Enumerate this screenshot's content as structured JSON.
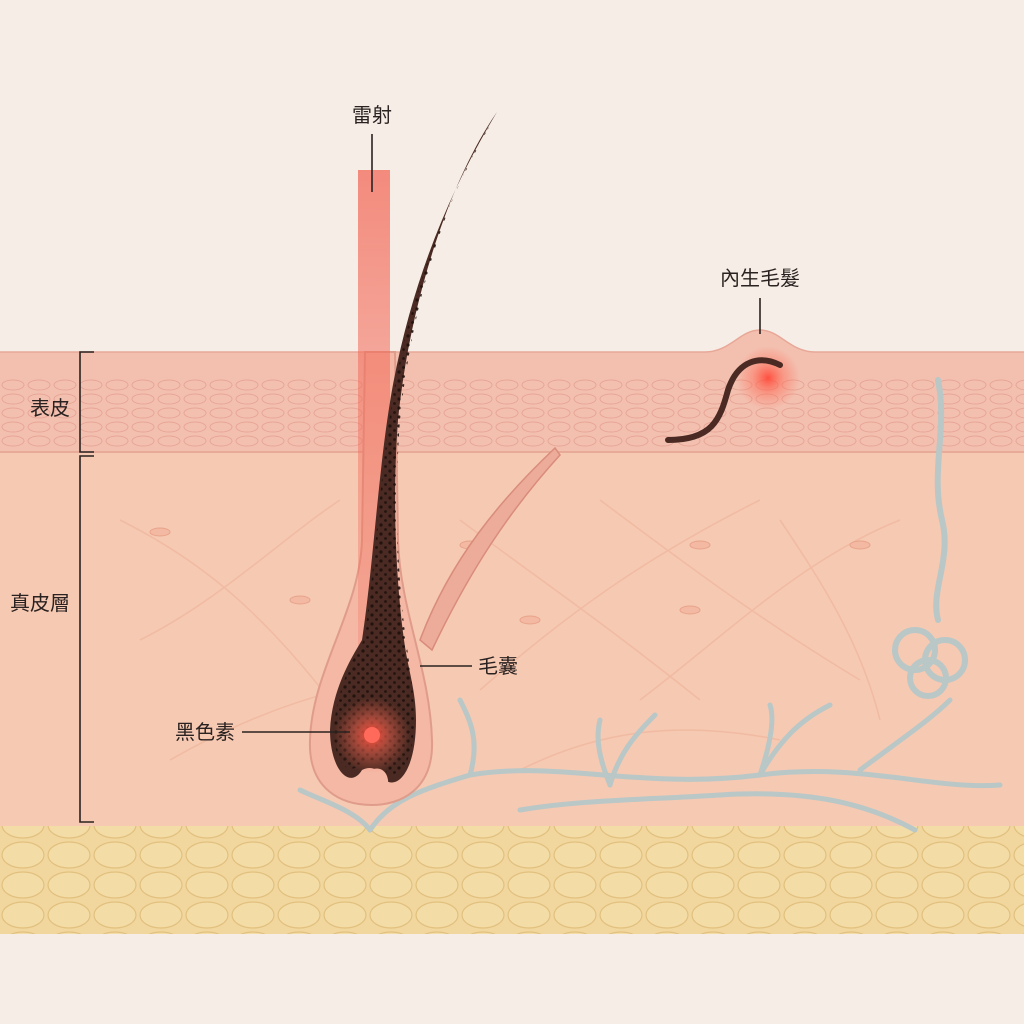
{
  "labels": {
    "laser": "雷射",
    "ingrown_hair": "內生毛髮",
    "epidermis": "表皮",
    "dermis": "真皮層",
    "follicle": "毛囊",
    "melanin": "黑色素"
  },
  "colors": {
    "background": "#f6eee6",
    "epidermis": "#f3c0b0",
    "dermis": "#f6c9b3",
    "fat": "#f1d79e",
    "hair": "#4a2a22",
    "laser": "#f05a4a",
    "nerve": "#b9c7c6"
  }
}
